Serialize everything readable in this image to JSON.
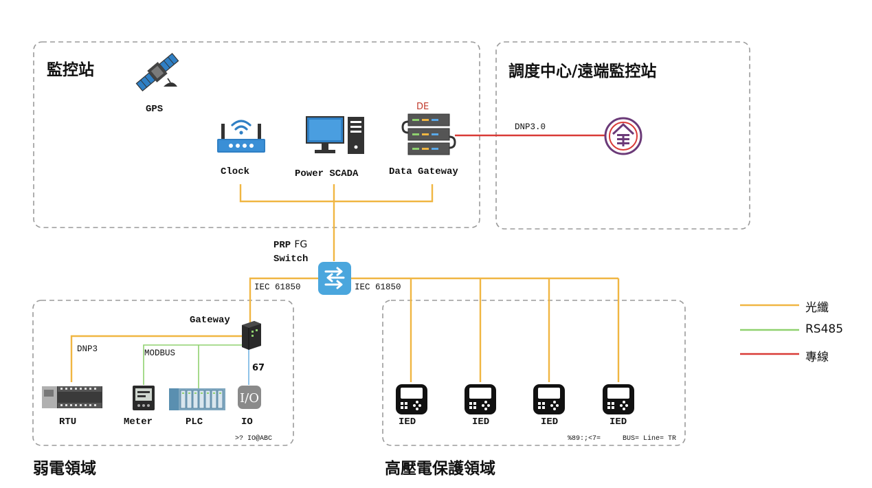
{
  "zones": {
    "monitor_station": "監控站",
    "dispatch_center": "調度中心/遠端監控站",
    "weak_power": "弱電領域",
    "hv_protection": "高壓電保護領域"
  },
  "devices": {
    "gps": "GPS",
    "clock": "Clock",
    "power_scada": "Power SCADA",
    "data_gateway": "Data Gateway",
    "de_tag": "DE",
    "switch_line1_bold": "PRP",
    "switch_line1_rest": "FG",
    "switch_line2": "Switch",
    "gateway": "Gateway",
    "rtu": "RTU",
    "meter": "Meter",
    "plc": "PLC",
    "io": "IO",
    "ied": [
      "IED",
      "IED",
      "IED",
      "IED"
    ]
  },
  "links": {
    "dnp30": "DNP3.0",
    "iec_left": "IEC 61850",
    "iec_right": "IEC 61850",
    "dnp3": "DNP3",
    "modbus": "MODBUS",
    "io_num": "67"
  },
  "notes": {
    "weak_note_a": ">?",
    "weak_note_b": "IO@ABC",
    "hv_note_a": "%89:;<7=",
    "hv_note_b": "BUS= Line= TR"
  },
  "legend": [
    {
      "label": "光纖",
      "color": "#f0b642"
    },
    {
      "label": "RS485",
      "color": "#8fd16f"
    },
    {
      "label": "專線",
      "color": "#d93a36"
    }
  ],
  "colors": {
    "fiber": "#f0b642",
    "rs485": "#8fd16f",
    "leased": "#d93a36",
    "serial": "#8fc3e8",
    "box_border": "#999999",
    "device_blue": "#2f7fc4"
  },
  "icons": [
    "satellite-icon",
    "router-icon",
    "computer-icon",
    "server-icon",
    "taipower-logo-icon",
    "switch-icon",
    "gateway-device-icon",
    "rtu-device-icon",
    "meter-device-icon",
    "plc-device-icon",
    "io-device-icon",
    "ied-device-icon"
  ]
}
